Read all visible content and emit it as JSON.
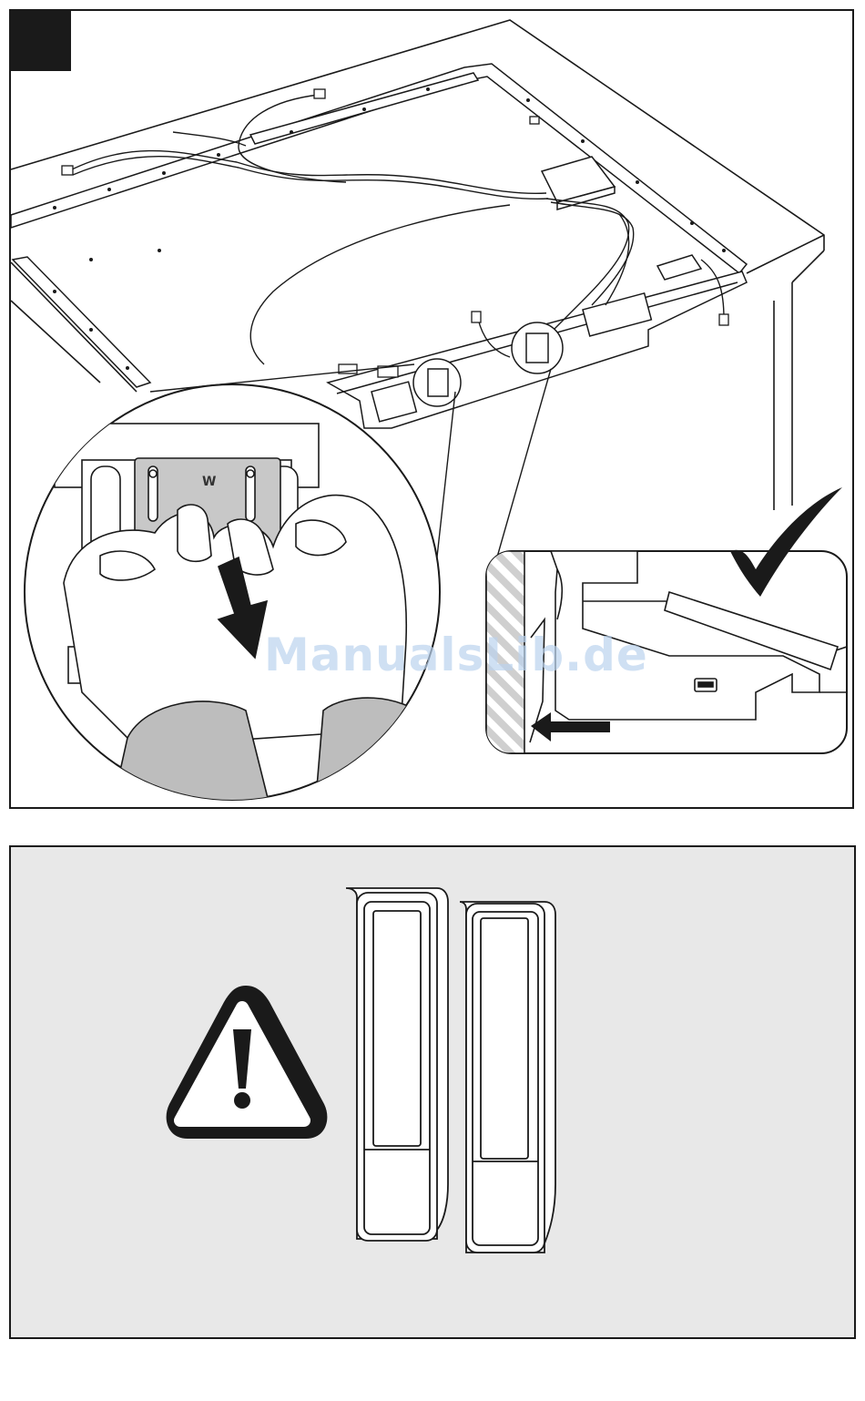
{
  "figure": {
    "plate_letter": "W",
    "watermark": "ManualsLib.de"
  },
  "icons": {
    "step": "black-square",
    "check": "checkmark-icon",
    "warning": "warning-triangle-icon",
    "direction_down": "arrow-down-icon",
    "direction_left": "arrow-left-icon"
  },
  "colors": {
    "line": "#1a1a1a",
    "panel_bg": "#e8e8e8",
    "plate": "#c8c8c8",
    "watermark": "#bcd3ee"
  }
}
